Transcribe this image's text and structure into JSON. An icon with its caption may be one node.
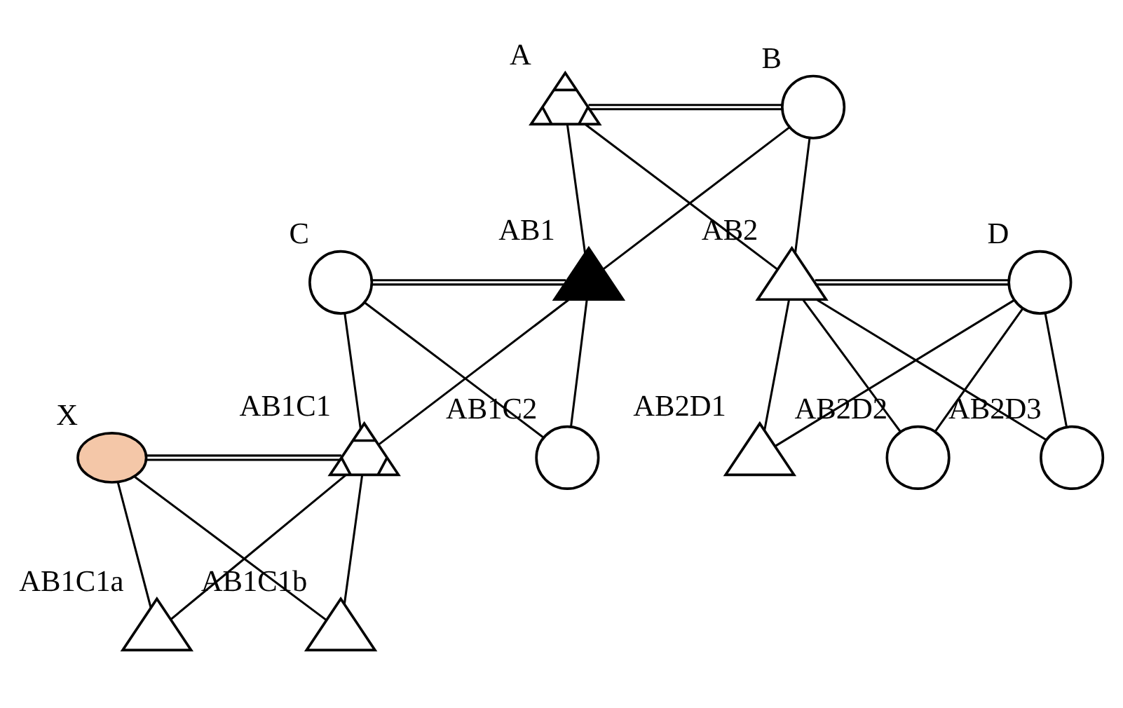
{
  "diagram": {
    "nodes": [
      {
        "text": [],
        "shape": "triangle",
        "beside": [
          "A"
        ]
      },
      {
        "text": [],
        "shape": "circle",
        "beside": [
          "B"
        ]
      },
      {
        "text": [],
        "shape": "circle",
        "beside": [
          "C"
        ]
      },
      {
        "text": [],
        "shape": "triangle",
        "beside": [
          "AB1"
        ]
      },
      {
        "text": [],
        "shape": "triangle",
        "beside": [
          "AB2"
        ]
      },
      {
        "text": [],
        "shape": "circle",
        "beside": [
          "D"
        ]
      },
      {
        "text": [],
        "shape": "ellipse",
        "beside": [
          "X"
        ]
      },
      {
        "text": [],
        "shape": "triangle",
        "beside": [
          "AB1C1"
        ]
      },
      {
        "text": [],
        "shape": "circle",
        "beside": [
          "AB1C2"
        ]
      },
      {
        "text": [],
        "shape": "triangle",
        "beside": [
          "AB2D1"
        ]
      },
      {
        "text": [],
        "shape": "circle",
        "beside": [
          "AB2D2"
        ]
      },
      {
        "text": [],
        "shape": "circle",
        "beside": [
          "AB2D3"
        ]
      },
      {
        "text": [],
        "shape": "triangle",
        "beside": [
          "AB1C1a"
        ]
      },
      {
        "text": [],
        "shape": "triangle",
        "beside": [
          "AB1C1b"
        ]
      }
    ],
    "edges": [
      {
        "from": 0,
        "to": 1,
        "arrow": "none"
      },
      {
        "from": 0,
        "to": 3,
        "arrow": "none"
      },
      {
        "from": 1,
        "to": 3,
        "arrow": "none"
      },
      {
        "from": 0,
        "to": 4,
        "arrow": "none"
      },
      {
        "from": 1,
        "to": 4,
        "arrow": "none"
      },
      {
        "from": 2,
        "to": 3,
        "arrow": "none"
      },
      {
        "from": 4,
        "to": 5,
        "arrow": "none"
      },
      {
        "from": 2,
        "to": 7,
        "arrow": "none"
      },
      {
        "from": 3,
        "to": 7,
        "arrow": "none"
      },
      {
        "from": 2,
        "to": 8,
        "arrow": "none"
      },
      {
        "from": 3,
        "to": 8,
        "arrow": "none"
      },
      {
        "from": 4,
        "to": 9,
        "arrow": "none"
      },
      {
        "from": 5,
        "to": 9,
        "arrow": "none"
      },
      {
        "from": 4,
        "to": 10,
        "arrow": "none"
      },
      {
        "from": 5,
        "to": 10,
        "arrow": "none"
      },
      {
        "from": 4,
        "to": 11,
        "arrow": "none"
      },
      {
        "from": 5,
        "to": 11,
        "arrow": "none"
      },
      {
        "from": 6,
        "to": 7,
        "arrow": "none"
      },
      {
        "from": 6,
        "to": 12,
        "arrow": "none"
      },
      {
        "from": 7,
        "to": 12,
        "arrow": "none"
      },
      {
        "from": 6,
        "to": 13,
        "arrow": "none"
      },
      {
        "from": 7,
        "to": 13,
        "arrow": "none"
      }
    ]
  }
}
